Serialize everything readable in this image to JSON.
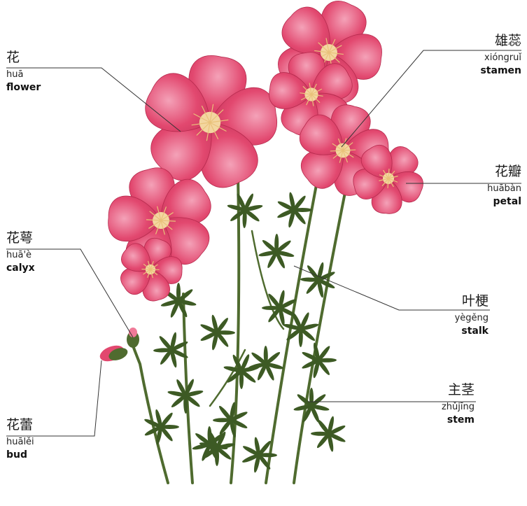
{
  "labels": {
    "flower": {
      "zh": "花",
      "pinyin": "huā",
      "en": "flower"
    },
    "calyx": {
      "zh": "花萼",
      "pinyin": "huā'è",
      "en": "calyx"
    },
    "bud": {
      "zh": "花蕾",
      "pinyin": "huālěi",
      "en": "bud"
    },
    "stamen": {
      "zh": "雄蕊",
      "pinyin": "xióngruǐ",
      "en": "stamen"
    },
    "petal": {
      "zh": "花瓣",
      "pinyin": "huābàn",
      "en": "petal"
    },
    "stalk": {
      "zh": "叶梗",
      "pinyin": "yègěng",
      "en": "stalk"
    },
    "stem": {
      "zh": "主茎",
      "pinyin": "zhǔjīng",
      "en": "stem"
    }
  },
  "colors": {
    "petal": "#e2486f",
    "petal_light": "#f07a98",
    "petal_dark": "#b52a4d",
    "center": "#f3d6a0",
    "stem": "#4f6b2f",
    "leaf": "#3d5a24",
    "line": "#333333"
  }
}
